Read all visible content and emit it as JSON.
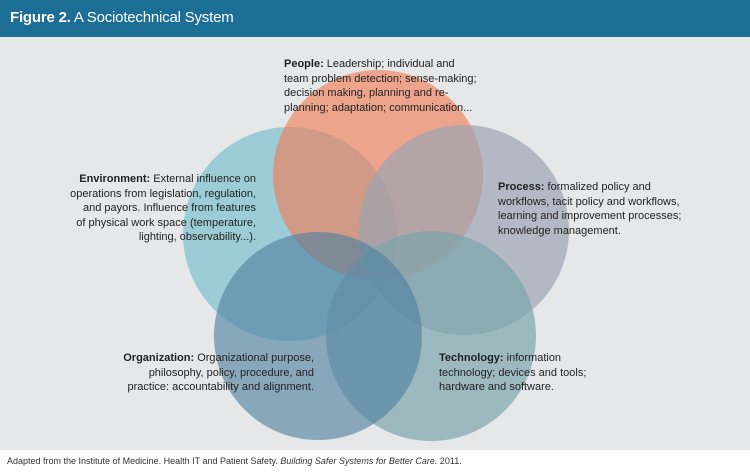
{
  "figure": {
    "number": "Figure 2.",
    "title": "A Sociotechnical System"
  },
  "colors": {
    "header": "#1d6e96",
    "background": "#e6e7e8",
    "people": "#f07a55",
    "process": "#9aa3b3",
    "technology": "#7aa3ad",
    "organization": "#4f7f9f",
    "environment": "#80c3cf"
  },
  "elements": {
    "people": {
      "name": "People:",
      "text": [
        " Leadership; individual and",
        "team problem detection; sense-making;",
        "decision making, planning and re-",
        "planning; adaptation; communication..."
      ]
    },
    "environment": {
      "name": "Environment:",
      "text": [
        " External influence on",
        "operations from legislation, regulation,",
        "and payors. Influence from features",
        "of physical work space (temperature,",
        "lighting, observability...)."
      ]
    },
    "process": {
      "name": "Process:",
      "text": [
        " formalized policy and",
        "workflows, tacit policy and workflows,",
        "learning and improvement processes;",
        "knowledge management."
      ]
    },
    "organization": {
      "name": "Organization:",
      "text": [
        " Organizational purpose,",
        "philosophy, policy, procedure, and",
        "practice: accountability and alignment."
      ]
    },
    "technology": {
      "name": "Technology:",
      "text": [
        " information",
        "technology; devices and tools;",
        "hardware and software."
      ]
    }
  },
  "caption": {
    "prefix": "Adapted from the Institute of Medicine. Health IT and Patient Safety. ",
    "italic": "Building Safer Systems for Better Care.",
    "suffix": " 2011."
  }
}
